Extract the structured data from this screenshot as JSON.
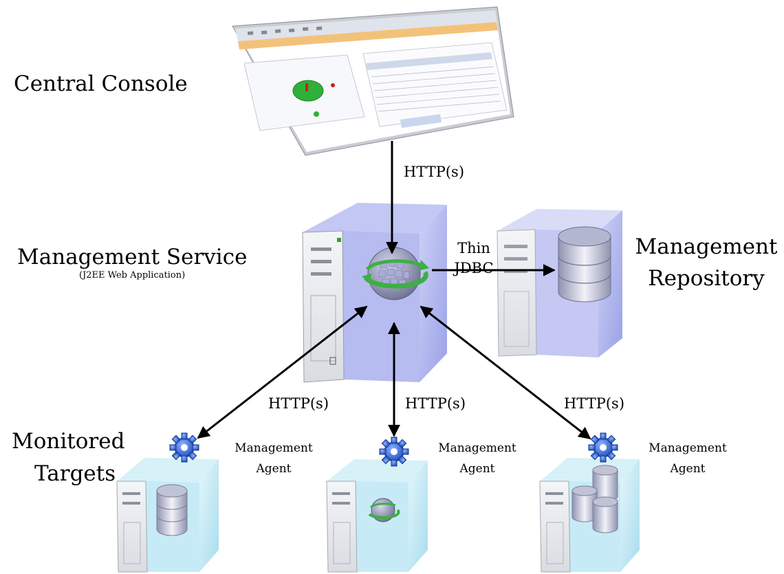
{
  "nodes": {
    "central_console": "Central Console",
    "management_service": "Management Service",
    "management_service_sub": "(J2EE Web Application)",
    "management_repository_line1": "Management",
    "management_repository_line2": "Repository",
    "monitored_targets_line1": "Monitored",
    "monitored_targets_line2": "Targets",
    "agent_line1": "Management",
    "agent_line2": "Agent"
  },
  "edges": {
    "console_to_service": "HTTP(s)",
    "service_to_repository_line1": "Thin",
    "service_to_repository_line2": "JDBC",
    "service_to_agent_left": "HTTP(s)",
    "service_to_agent_middle": "HTTP(s)",
    "service_to_agent_right": "HTTP(s)"
  },
  "icons": [
    "monitor-screenshot-icon",
    "server-tower-icon",
    "globe-service-icon",
    "database-icon",
    "gear-agent-icon"
  ],
  "colors": {
    "server_blue": "#b8bdf0",
    "server_light": "#eef0f4",
    "target_cyan": "#bfe8f4",
    "arrow": "#000000",
    "globe_ring": "#3cb043"
  }
}
